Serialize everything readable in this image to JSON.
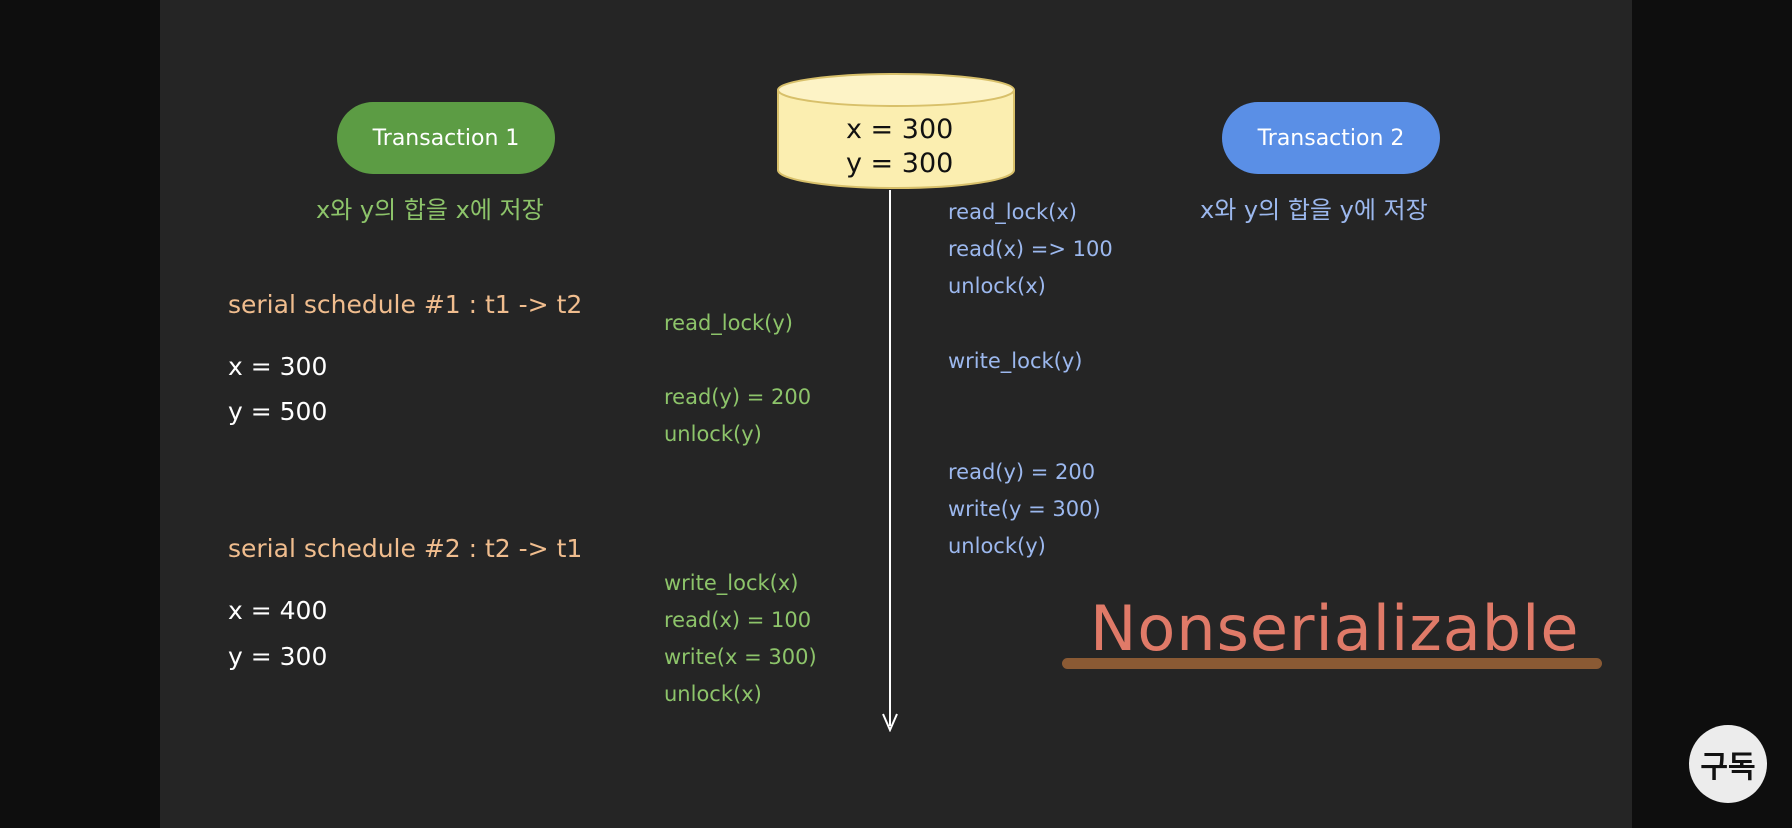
{
  "transaction1": {
    "label": "Transaction 1",
    "description": "x와 y의 합을 x에 저장"
  },
  "transaction2": {
    "label": "Transaction 2",
    "description": "x와 y의 합을 y에 저장"
  },
  "database": {
    "x_value": "x = 300",
    "y_value": "y = 300"
  },
  "schedule1": {
    "title": "serial schedule #1 : t1 -> t2",
    "x": "x = 300",
    "y": "y = 500"
  },
  "schedule2": {
    "title": "serial schedule #2 : t2 -> t1",
    "x": "x = 400",
    "y": "y = 300"
  },
  "t1_ops": [
    "read_lock(y)",
    "read(y) = 200",
    "unlock(y)",
    "write_lock(x)",
    "read(x) = 100",
    "write(x = 300)",
    "unlock(x)"
  ],
  "t2_ops": [
    "read_lock(x)",
    "read(x) => 100",
    "unlock(x)",
    "write_lock(y)",
    "read(y) = 200",
    "write(y = 300)",
    "unlock(y)"
  ],
  "result_label": "Nonserializable",
  "subscribe_button": "구독",
  "colors": {
    "transaction1": "#5c9c44",
    "transaction2": "#5a8fe6",
    "schedule_title": "#f0bd8e",
    "result": "#e07a68",
    "database_fill": "#fbeeb0"
  }
}
